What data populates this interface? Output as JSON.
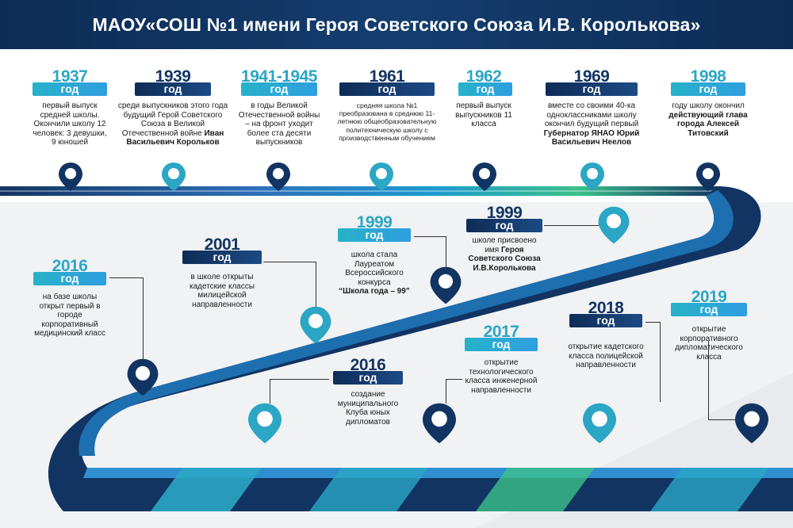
{
  "title": "МАОУ«СОШ №1 имени Героя Советского Союза И.В. Королькова»",
  "colors": {
    "navy": "#123462",
    "teal": "#2ba6c5",
    "green": "#3cc08a",
    "header": "#0d2b55"
  },
  "events": [
    {
      "id": "1937",
      "year": "1937",
      "suffix": "год",
      "text": "первый выпуск средней школы. Окончили школу 12 человек:  3 девушки, 9 юношей"
    },
    {
      "id": "1939",
      "year": "1939",
      "suffix": "год",
      "text": "среди выпускников этого года будущий Герой Советского Союза в Великой Отечественной войне ",
      "text_bold": "Иван Васильевич Корольков"
    },
    {
      "id": "1941",
      "year": "1941-1945",
      "suffix": "год",
      "text": "в годы Великой Отечественной войны – на фронт уходит более ста десяти выпускников"
    },
    {
      "id": "1961",
      "year": "1961",
      "suffix": "год",
      "text": "средняя школа №1 преобразована в среднюю 11-летнюю общеобразовательную политехническую школу с производственным обучением"
    },
    {
      "id": "1962",
      "year": "1962",
      "suffix": "год",
      "text": "первый выпуск выпускников 11 класса"
    },
    {
      "id": "1969",
      "year": "1969",
      "suffix": "год",
      "text": "вместе со своими 40-ка одноклассниками школу окончил будущий первый ",
      "text_bold": "Губернатор ЯНАО Юрий Васильевич Неелов"
    },
    {
      "id": "1998",
      "year": "1998",
      "suffix": "год",
      "text": "году школу окончил ",
      "text_bold": "действующий глава города Алексей Титовский"
    },
    {
      "id": "2001",
      "year": "2001",
      "suffix": "год",
      "text": "в школе открыты кадетские классы милицейской направленности"
    },
    {
      "id": "1999a",
      "year": "1999",
      "suffix": "год",
      "text": "школа стала Лауреатом Всероссийского конкурса",
      "text_bold": "“Школа года – 99”"
    },
    {
      "id": "1999b",
      "year": "1999",
      "suffix": "год",
      "text": "школе присвоено имя ",
      "text_bold": "Героя Советского Союза И.В.Королькова"
    },
    {
      "id": "2016a",
      "year": "2016",
      "suffix": "год",
      "text": "на базе школы открыт первый в городе корпоративный медицинский класс"
    },
    {
      "id": "2018",
      "year": "2018",
      "suffix": "год",
      "text": "открытие кадетского класса полицейской направленности"
    },
    {
      "id": "2019",
      "year": "2019",
      "suffix": "год",
      "text": "открытие корпоративного дипломатического класса"
    },
    {
      "id": "2017",
      "year": "2017",
      "suffix": "год",
      "text": "открытие технологического класса инженерной направленности"
    },
    {
      "id": "2016b",
      "year": "2016",
      "suffix": "год",
      "text": "создание муниципального Клуба юных дипломатов"
    }
  ]
}
